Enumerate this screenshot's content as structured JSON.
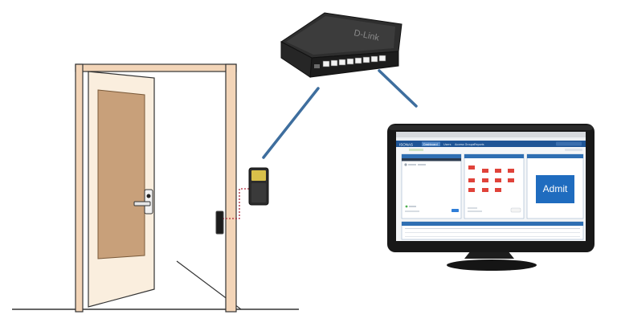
{
  "switch": {
    "brand": "D-Link",
    "port_count": 8
  },
  "monitor": {
    "app": {
      "logo": "ISONAS",
      "nav_tabs": [
        "Dashboard",
        "Users",
        "Access Groups",
        "Reports"
      ],
      "admit_button_label": "Admit"
    }
  },
  "colors": {
    "door_frame": "#f3d5b8",
    "door_panel": "#c8a07a",
    "wire": "#3e6e9e",
    "wiring_dotted": "#b0283a",
    "app_header": "#1f5596",
    "admit_button": "#1f6cbf"
  }
}
